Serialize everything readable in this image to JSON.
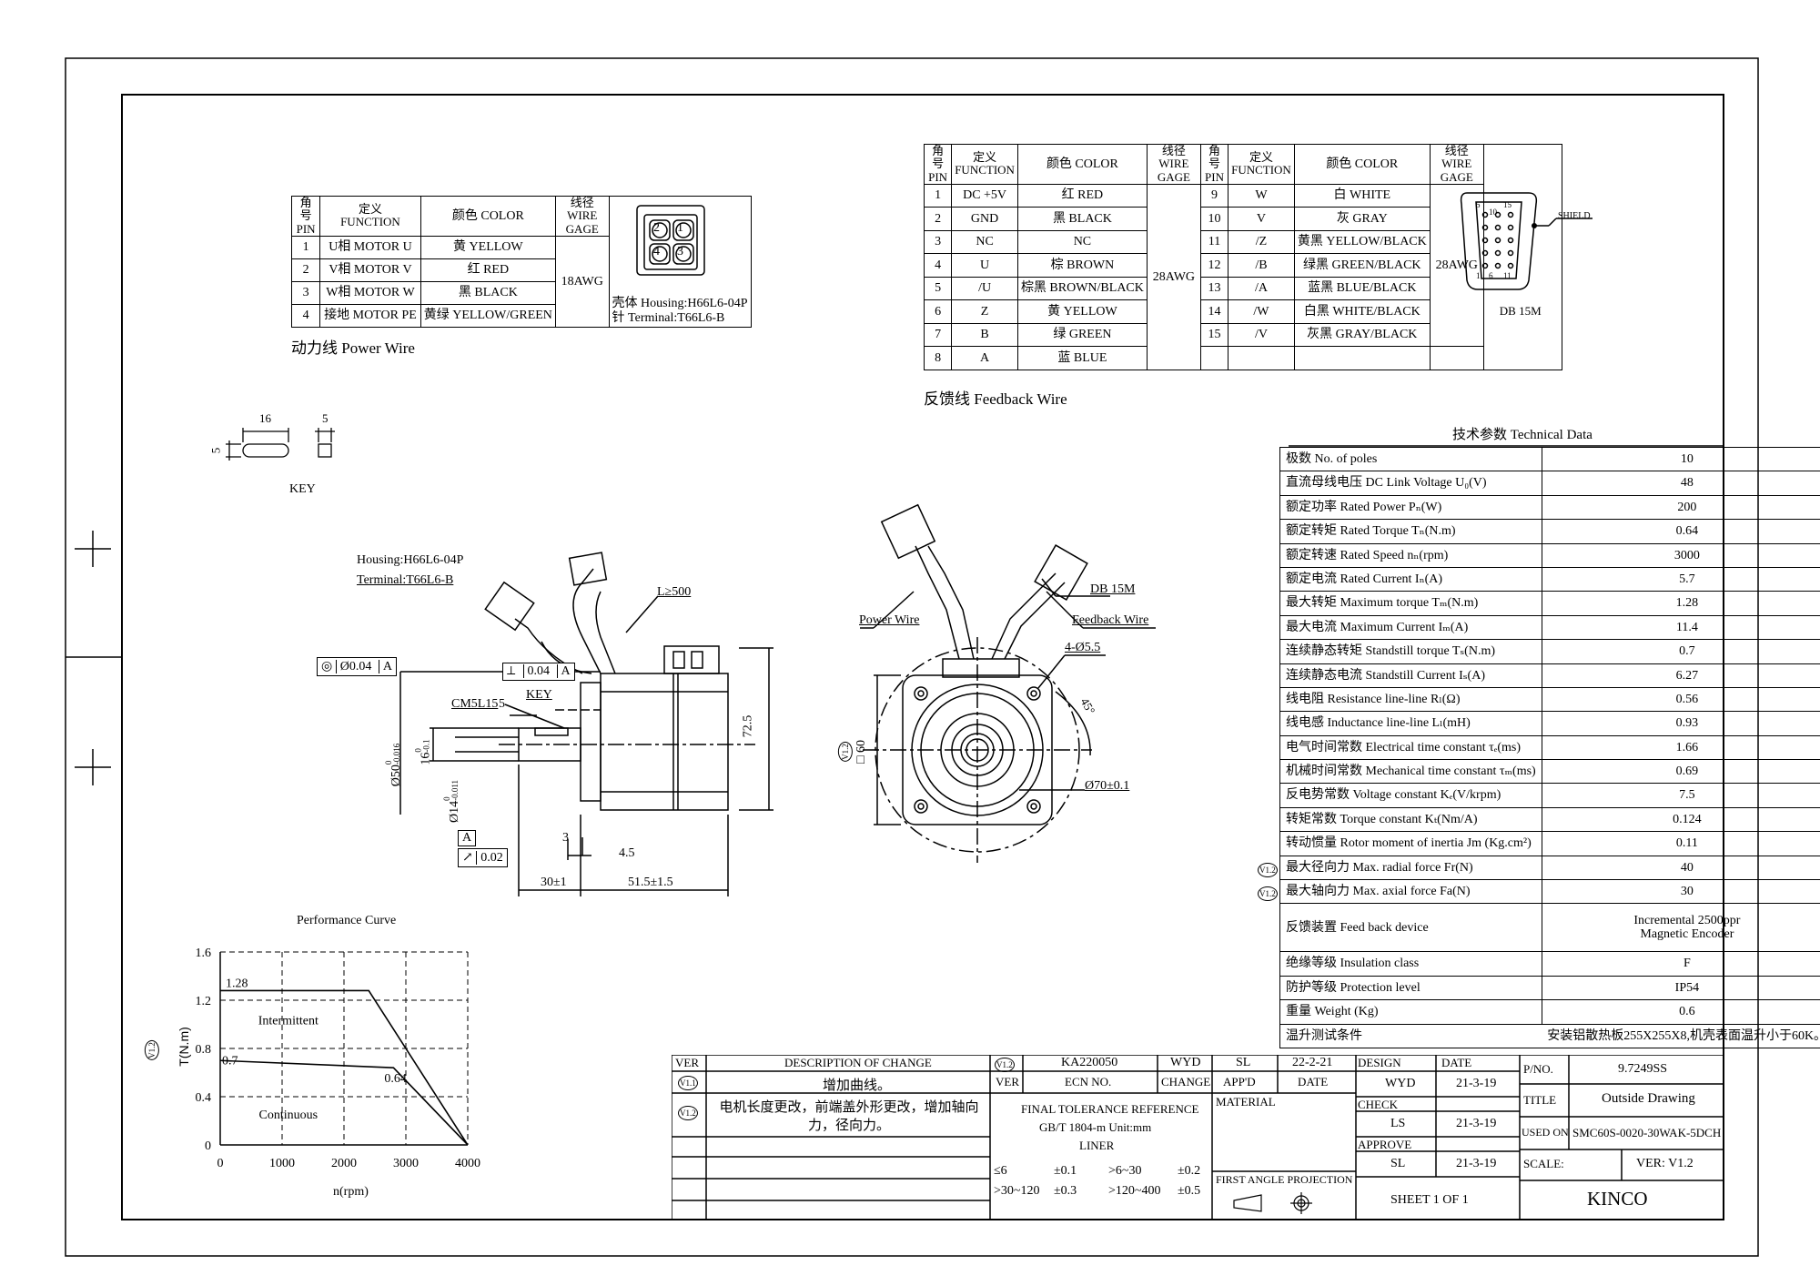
{
  "power_wire": {
    "caption": "动力线 Power Wire",
    "headers": {
      "pin": "角号\nPIN",
      "function": "定义\nFUNCTION",
      "color": "颜色 COLOR",
      "gage": "线径\nWIRE GAGE"
    },
    "gage": "18AWG",
    "rows": [
      {
        "pin": "1",
        "function": "U相 MOTOR U",
        "color": "黄 YELLOW"
      },
      {
        "pin": "2",
        "function": "V相 MOTOR V",
        "color": "红 RED"
      },
      {
        "pin": "3",
        "function": "W相 MOTOR W",
        "color": "黑 BLACK"
      },
      {
        "pin": "4",
        "function": "接地 MOTOR PE",
        "color": "黄绿 YELLOW/GREEN"
      }
    ],
    "housing": "壳体 Housing:H66L6-04P",
    "terminal": "针 Terminal:T66L6-B",
    "connector_pins": [
      "2",
      "1",
      "4",
      "3"
    ]
  },
  "feedback_wire": {
    "caption": "反馈线 Feedback Wire",
    "headers": {
      "pin": "角号\nPIN",
      "function": "定义\nFUNCTION",
      "color": "颜色 COLOR",
      "gage": "线径\nWIRE GAGE"
    },
    "gage": "28AWG",
    "left_rows": [
      {
        "pin": "1",
        "function": "DC +5V",
        "color": "红 RED"
      },
      {
        "pin": "2",
        "function": "GND",
        "color": "黑 BLACK"
      },
      {
        "pin": "3",
        "function": "NC",
        "color": "NC"
      },
      {
        "pin": "4",
        "function": "U",
        "color": "棕 BROWN"
      },
      {
        "pin": "5",
        "function": "/U",
        "color": "棕黑 BROWN/BLACK"
      },
      {
        "pin": "6",
        "function": "Z",
        "color": "黄 YELLOW"
      },
      {
        "pin": "7",
        "function": "B",
        "color": "绿 GREEN"
      },
      {
        "pin": "8",
        "function": "A",
        "color": "蓝 BLUE"
      }
    ],
    "right_rows": [
      {
        "pin": "9",
        "function": "W",
        "color": "白 WHITE"
      },
      {
        "pin": "10",
        "function": "V",
        "color": "灰 GRAY"
      },
      {
        "pin": "11",
        "function": "/Z",
        "color": "黄黑 YELLOW/BLACK"
      },
      {
        "pin": "12",
        "function": "/B",
        "color": "绿黑 GREEN/BLACK"
      },
      {
        "pin": "13",
        "function": "/A",
        "color": "蓝黑 BLUE/BLACK"
      },
      {
        "pin": "14",
        "function": "/W",
        "color": "白黑 WHITE/BLACK"
      },
      {
        "pin": "15",
        "function": "/V",
        "color": "灰黑 GRAY/BLACK"
      }
    ],
    "db_label": "DB 15M",
    "shield": "SHIELD",
    "db_pins": [
      "5",
      "10",
      "15",
      "1",
      "6",
      "11"
    ]
  },
  "key": {
    "label": "KEY",
    "len": "16",
    "width": "5",
    "width2": "5"
  },
  "side_view": {
    "housing": "Housing:H66L6-04P",
    "terminal": "Terminal:T66L6-B",
    "cable_len": "L≥500",
    "key": "KEY",
    "tol1_sym": "◎",
    "tol1_val": "Ø0.04",
    "tol1_ref": "A",
    "tol2_val": "0.04",
    "tol2_ref": "A",
    "thread": "CM5L15",
    "thread_dim": "5",
    "d50": "Ø50",
    "d50_tol": "0\n-0.016",
    "d16": "16",
    "d16_tol": "0\n-0.1",
    "d14": "Ø14",
    "d14_tol": "0\n-0.011",
    "h72": "72.5",
    "datum": "A",
    "runout": "0.02",
    "dim3": "3",
    "dim45": "4.5",
    "dim30": "30±1",
    "dim51": "51.5±1.5"
  },
  "front_view": {
    "power": "Power Wire",
    "feedback": "Feedback Wire",
    "db": "DB 15M",
    "holes": "4-Ø5.5",
    "angle": "45°",
    "square": "□ 60",
    "pcd": "Ø70±0.1",
    "rev": "V1.2"
  },
  "chart_data": {
    "type": "line",
    "title": "Performance Curve",
    "xlabel": "n(rpm)",
    "ylabel": "T(N.m)",
    "xlim": [
      0,
      4000
    ],
    "ylim": [
      0,
      1.6
    ],
    "xticks": [
      "0",
      "1000",
      "2000",
      "3000",
      "4000"
    ],
    "yticks": [
      "0",
      "0.4",
      "0.8",
      "1.2",
      "1.6"
    ],
    "regions": [
      "Intermittent",
      "Continuous"
    ],
    "annotations": [
      "1.28",
      "0.7",
      "0.64"
    ],
    "series": [
      {
        "values": [
          [
            0,
            1.28
          ],
          [
            2400,
            1.28
          ],
          [
            4000,
            0
          ]
        ]
      },
      {
        "values": [
          [
            0,
            0.7
          ],
          [
            2800,
            0.64
          ],
          [
            4000,
            0
          ]
        ]
      }
    ],
    "grid": true,
    "rev": "V1.2"
  },
  "tech": {
    "title": "技术参数 Technical Data",
    "rows": [
      {
        "name": "极数 No. of poles",
        "value": "10"
      },
      {
        "name": "直流母线电压 DC Link Voltage U₀(V)",
        "value": "48"
      },
      {
        "name": "额定功率 Rated Power   Pₙ(W)",
        "value": "200"
      },
      {
        "name": "额定转矩 Rated Torque  Tₙ(N.m)",
        "value": "0.64"
      },
      {
        "name": "额定转速 Rated Speed   nₙ(rpm)",
        "value": "3000"
      },
      {
        "name": "额定电流 Rated Current   Iₙ(A)",
        "value": "5.7"
      },
      {
        "name": "最大转矩 Maximum torque  Tₘ(N.m)",
        "value": "1.28"
      },
      {
        "name": "最大电流 Maximum Current   Iₘ(A)",
        "value": "11.4"
      },
      {
        "name": "连续静态转矩 Standstill torque  Tₛ(N.m)",
        "value": "0.7"
      },
      {
        "name": "连续静态电流 Standstill Current   Iₛ(A)",
        "value": "6.27"
      },
      {
        "name": "线电阻 Resistance line-line  Rₗ(Ω)",
        "value": "0.56"
      },
      {
        "name": "线电感 Inductance line-line  Lₗ(mH)",
        "value": "0.93"
      },
      {
        "name": "电气时间常数 Electrical time constant τₑ(ms)",
        "value": "1.66"
      },
      {
        "name": "机械时间常数 Mechanical time constant τₘ(ms)",
        "value": "0.69"
      },
      {
        "name": "反电势常数 Voltage constant Kₑ(V/krpm)",
        "value": "7.5"
      },
      {
        "name": "转矩常数   Torque  constant Kₜ(Nm/A)",
        "value": "0.124"
      },
      {
        "name": "转动惯量 Rotor moment of inertia Jm (Kg.cm²)",
        "value": "0.11"
      },
      {
        "name": "最大径向力 Max. radial force  Fr(N)",
        "value": "40",
        "rev": "V1.2"
      },
      {
        "name": "最大轴向力 Max. axial  force  Fa(N)",
        "value": "30",
        "rev": "V1.2"
      }
    ],
    "feedback_name": "反馈装置 Feed back device",
    "feedback_value": "Incremental 2500ppr\nMagnetic Encoder",
    "rows2": [
      {
        "name": "绝缘等级 Insulation class",
        "value": "F"
      },
      {
        "name": "防护等级 Protection level",
        "value": "IP54"
      },
      {
        "name": "重量 Weight (Kg)",
        "value": "0.6"
      }
    ],
    "temp_name": "温升测试条件",
    "temp_value": "安装铝散热板255X255X8,机壳表面温升小于60K。"
  },
  "title_block": {
    "rev_header": {
      "ver": "VER",
      "desc": "DESCRIPTION OF CHANGE"
    },
    "rev1": {
      "ver": "V1.1",
      "desc": "增加曲线。"
    },
    "rev2": {
      "ver": "V1.2",
      "desc": "电机长度更改，前端盖外形更改，增加轴向力，径向力。"
    },
    "ecn_row": {
      "ver": "V1.2",
      "ecn": "KA220050",
      "change": "WYD",
      "appd": "SL",
      "date": "22-2-21"
    },
    "ecn_header": {
      "ver": "VER",
      "ecn": "ECN NO.",
      "change": "CHANGE",
      "appd": "APP'D",
      "date": "DATE"
    },
    "tolerance": [
      "FINAL TOLERANCE REFERENCE",
      "GB/T 1804-m Unit:mm",
      "LINER"
    ],
    "tol_values": [
      "≤6",
      "±0.1",
      ">6~30",
      "±0.2",
      ">30~120",
      "±0.3",
      ">120~400",
      "±0.5"
    ],
    "material": "MATERIAL",
    "projection": "FIRST ANGLE PROJECTION",
    "design": "DESIGN",
    "date": "DATE",
    "design_by": "WYD",
    "design_date": "21-3-19",
    "check": "CHECK",
    "check_by": "LS",
    "check_date": "21-3-19",
    "approve": "APPROVE",
    "approve_by": "SL",
    "approve_date": "21-3-19",
    "sheet": "SHEET  1  OF  1",
    "pno_label": "P/NO.",
    "pno": "9.7249SS",
    "title_label": "TITLE",
    "title": "Outside Drawing",
    "used_label": "USED ON",
    "used": "SMC60S-0020-30WAK-5DCH",
    "scale_label": "SCALE:",
    "version": "VER: V1.2",
    "company": "KINCO"
  }
}
